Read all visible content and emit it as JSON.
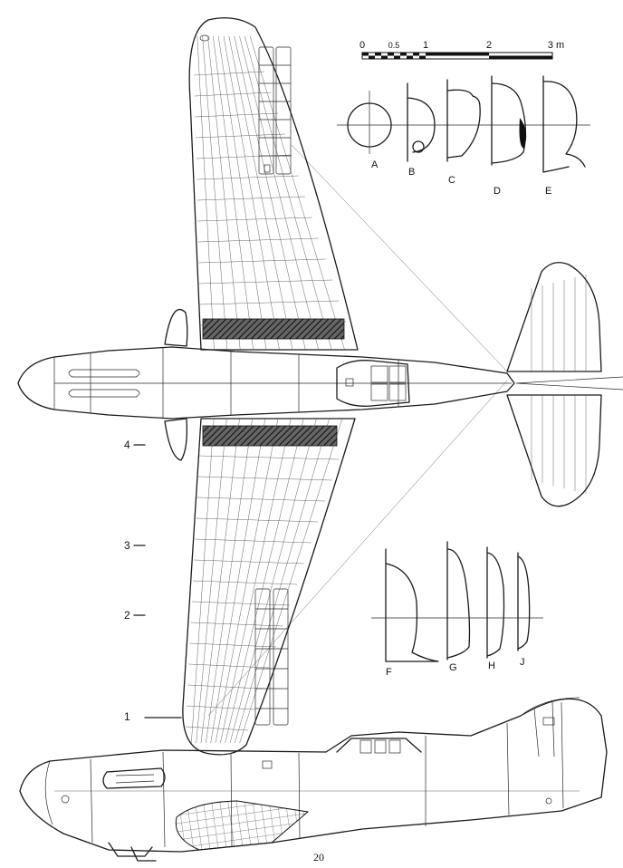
{
  "scale_bar": {
    "ticks": [
      {
        "label": "0",
        "value": 0
      },
      {
        "label": "0.5",
        "value": 0.5
      },
      {
        "label": "1",
        "value": 1
      },
      {
        "label": "2",
        "value": 2
      },
      {
        "label": "3 m",
        "value": 3
      }
    ]
  },
  "fuselage_sections": [
    "A",
    "B",
    "C",
    "D",
    "E"
  ],
  "wing_sections": [
    "F",
    "G",
    "H",
    "J"
  ],
  "wing_stations": [
    "1",
    "2",
    "3",
    "4"
  ],
  "page_number": "20"
}
